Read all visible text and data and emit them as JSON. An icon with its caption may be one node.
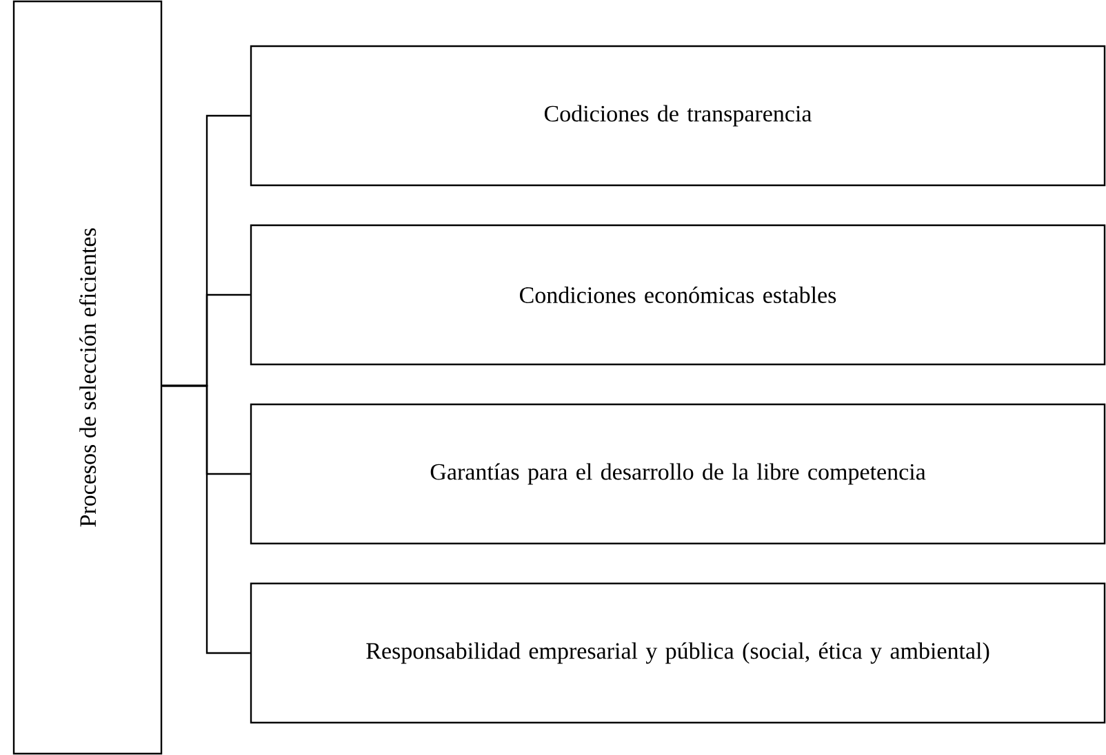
{
  "diagram": {
    "nodes": [
      {
        "text": [
          "Procesos de selección eficientes"
        ]
      },
      {
        "text": [
          "Codiciones de transparencia"
        ]
      },
      {
        "text": [
          "Condiciones económicas estables"
        ]
      },
      {
        "text": [
          "Garantías para el desarrollo de la libre competencia"
        ]
      },
      {
        "text": [
          "Responsabilidad empresarial y pública (social, ética y ambiental)"
        ]
      }
    ],
    "edges": [
      {
        "from": 0,
        "to": 1,
        "arrow": "none"
      },
      {
        "from": 0,
        "to": 2,
        "arrow": "none"
      },
      {
        "from": 0,
        "to": 3,
        "arrow": "none"
      },
      {
        "from": 0,
        "to": 4,
        "arrow": "none"
      }
    ]
  }
}
